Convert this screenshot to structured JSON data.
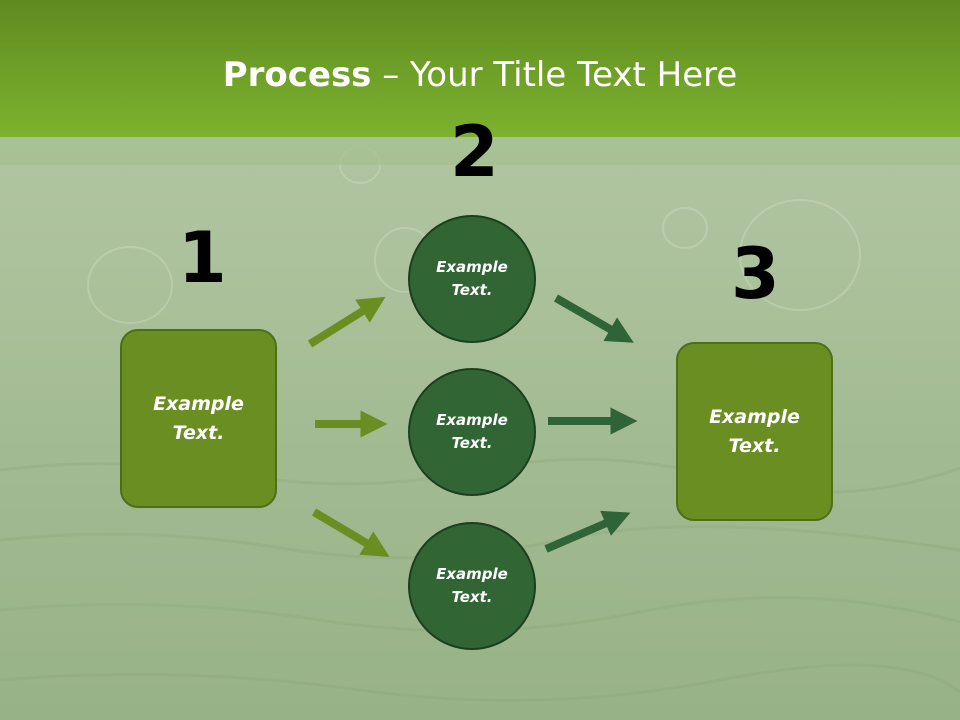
{
  "slide": {
    "title_bold": "Process",
    "title_rest": " – Your Title Text Here"
  },
  "steps": {
    "one": "1",
    "two": "2",
    "three": "3"
  },
  "left_box": {
    "line1": "Example",
    "line2": "Text."
  },
  "circles": [
    {
      "line1": "Example",
      "line2": "Text."
    },
    {
      "line1": "Example",
      "line2": "Text."
    },
    {
      "line1": "Example",
      "line2": "Text."
    }
  ],
  "right_box": {
    "line1": "Example",
    "line2": "Text."
  },
  "colors": {
    "header": "#6fa128",
    "box_fill": "#6a8e22",
    "circle_fill": "#316634",
    "arrow_light": "#6a8e22",
    "arrow_dark": "#2f6436"
  }
}
